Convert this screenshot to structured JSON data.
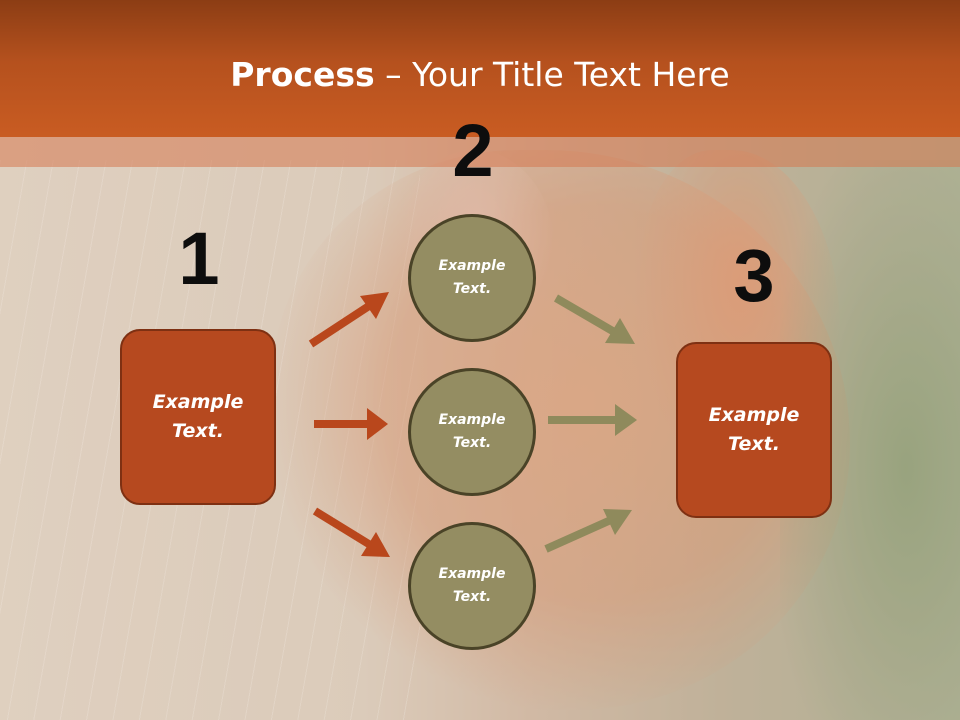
{
  "slide": {
    "title_bold": "Process",
    "title_rest": " – Your Title Text Here"
  },
  "steps": {
    "one": "1",
    "two": "2",
    "three": "3"
  },
  "boxes": {
    "left": "Example Text.",
    "right": "Example Text."
  },
  "circles": {
    "top": "Example Text.",
    "middle": "Example Text.",
    "bottom": "Example Text."
  },
  "colors": {
    "header": "#c95c22",
    "box_fill": "#b6491f",
    "circle_fill": "#948d62",
    "arrow_orange": "#b9471c",
    "arrow_olive": "#8f8a5c"
  }
}
